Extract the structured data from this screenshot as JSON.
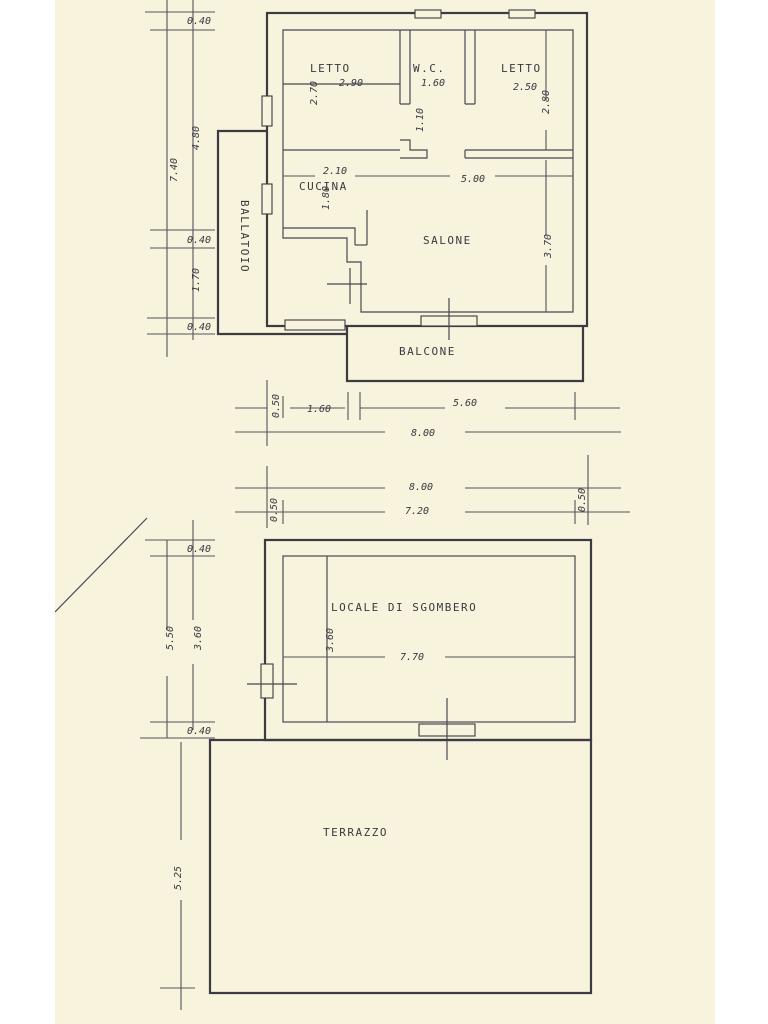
{
  "rooms": {
    "letto_1": "LETTO",
    "wc": "W.C.",
    "letto_2": "LETTO",
    "cucina": "CUCINA",
    "ballatoio": "BALLATOIO",
    "salone": "SALONE",
    "balcone": "BALCONE",
    "locale_sgombero": "LOCALE DI SGOMBERO",
    "terrazzo": "TERRAZZO"
  },
  "dimensions": {
    "letto1_width": "2.90",
    "wc_width": "1.60",
    "letto2_width": "2.50",
    "letto1_depth": "2.70",
    "wc_depth": "1.10",
    "letto2_depth": "2.80",
    "cucina_width": "2.10",
    "cucina_depth": "1.80",
    "salone_width": "5.00",
    "salone_depth": "3.70",
    "left_top": "0.40",
    "left_total": "7.40",
    "left_upper": "4.80",
    "left_mid": "0.40",
    "left_lower": "1.70",
    "left_bottom": "0.40",
    "h1_a": "0.50",
    "h1_b": "1.60",
    "h1_c": "5.60",
    "h1_total": "8.00",
    "h2_total": "8.00",
    "h2_a": "0.50",
    "h2_inner": "7.20",
    "h2_b": "0.50",
    "sg_top": "0.40",
    "sg_total": "5.50",
    "sg_inner": "3.60",
    "sg_bottom": "0.40",
    "sg_depth": "3.60",
    "sg_width": "7.70",
    "terrazzo_depth": "5.25"
  }
}
